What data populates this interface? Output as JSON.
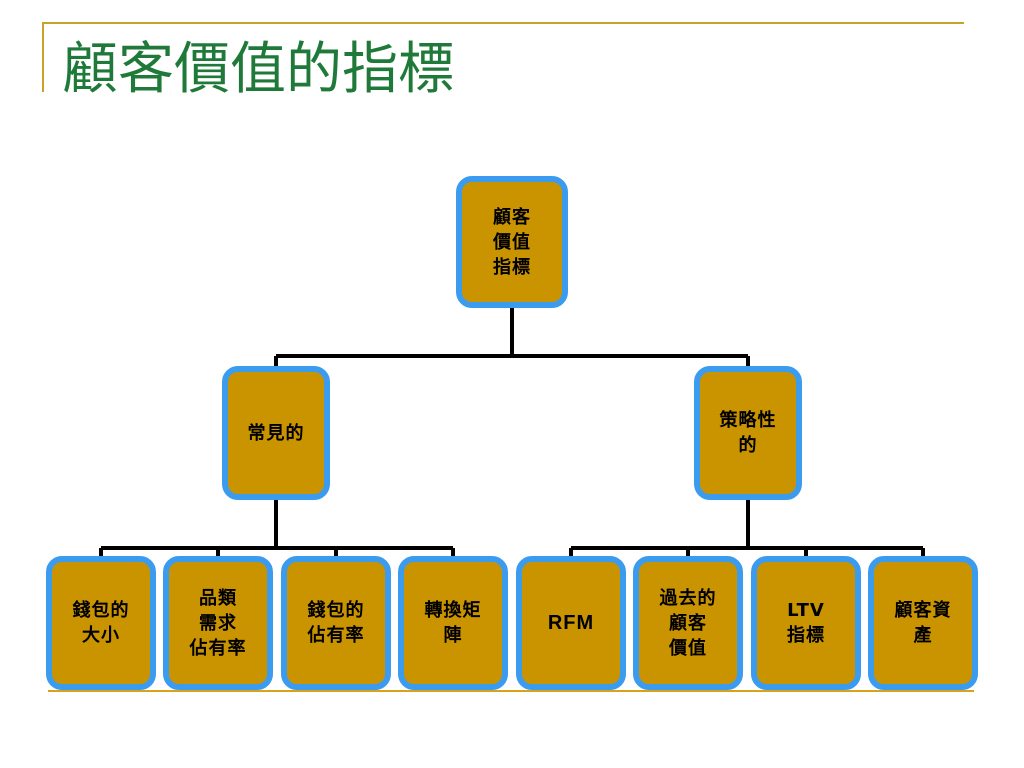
{
  "page": {
    "title": "顧客價值的指標"
  },
  "colors": {
    "title_text": "#1f7a3a",
    "rule": "#c9a227",
    "node_fill": "#c99400",
    "node_border": "#3b9bef",
    "connector": "#000000"
  },
  "diagram": {
    "root": "顧客\n價值\n指標",
    "branches": [
      {
        "label": "常見的",
        "children": [
          "錢包的\n大小",
          "品類\n需求\n佔有率",
          "錢包的\n佔有率",
          "轉換矩\n陣"
        ]
      },
      {
        "label": "策略性\n的",
        "children": [
          "RFM",
          "過去的\n顧客\n價值",
          "LTV\n指標",
          "顧客資\n產"
        ]
      }
    ]
  }
}
